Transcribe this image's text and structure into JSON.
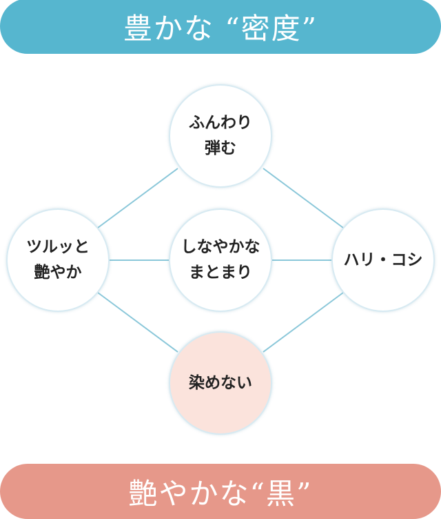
{
  "banner_top": {
    "text": "豊かな “密度”",
    "color": "#56b6cf"
  },
  "banner_bottom": {
    "text": "艶やかな“黒”",
    "color": "#e6988a"
  },
  "colors": {
    "line": "#8ac7d9",
    "node_fill": "#ffffff",
    "node_highlight_fill": "#fbe3dc"
  },
  "nodes": {
    "top": {
      "label": "ふんわり\n弾む"
    },
    "left": {
      "label": "ツルッと\n艶やか"
    },
    "center": {
      "label": "しなやかな\nまとまり"
    },
    "right": {
      "label": "ハリ・コシ"
    },
    "bottom": {
      "label": "染めない"
    }
  }
}
